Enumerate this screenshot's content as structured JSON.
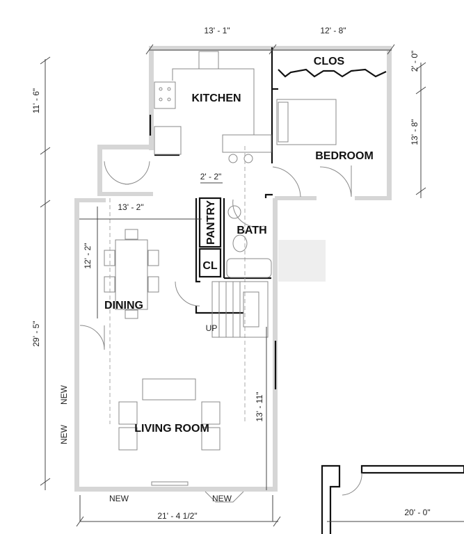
{
  "rooms": {
    "kitchen": "KITCHEN",
    "closet_bedroom": "CLOS",
    "bedroom": "BEDROOM",
    "pantry": "PANTRY",
    "bath": "BATH",
    "closet": "CL",
    "dining": "DINING",
    "living": "LIVING ROOM"
  },
  "dimensions": {
    "kitchen_width": "13' - 1\"",
    "bedroom_width": "12' - 8\"",
    "kitchen_depth": "11' - 6\"",
    "closet_depth": "2' - 0\"",
    "bedroom_depth": "13' - 8\"",
    "pantry_width": "2' - 2\"",
    "dining_width": "13' - 2\"",
    "dining_depth": "12' - 2\"",
    "overall_depth": "29' - 5\"",
    "living_depth": "13' - 11\"",
    "overall_width": "21' - 4 1/2\"",
    "adjacent_width": "20' - 0\""
  },
  "notes": {
    "stairs_up": "UP",
    "new_left_1": "NEW",
    "new_left_2": "NEW",
    "new_bottom_1": "NEW",
    "new_bottom_2": "NEW"
  }
}
